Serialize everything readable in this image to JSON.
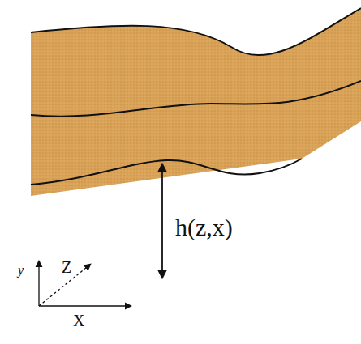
{
  "diagram": {
    "labels": [
      "h(z,x)",
      "y",
      "Z",
      "X"
    ]
  }
}
